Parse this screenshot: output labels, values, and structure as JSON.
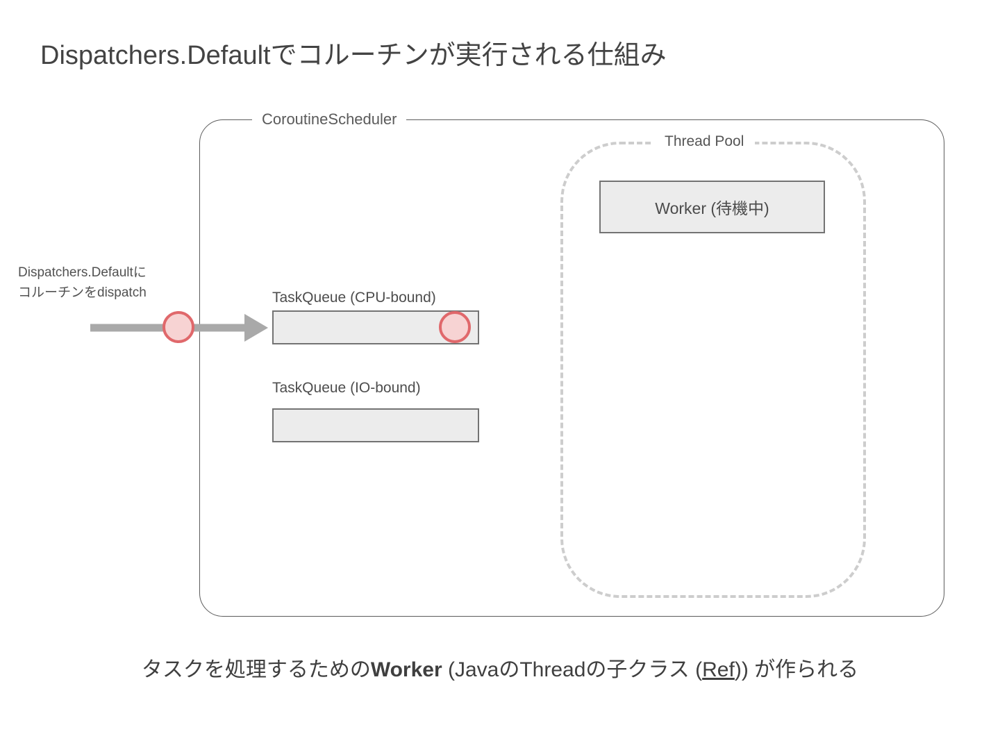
{
  "slide": {
    "title": "Dispatchers.Defaultでコルーチンが実行される仕組み",
    "background_color": "#ffffff"
  },
  "scheduler": {
    "label": "CoroutineScheduler",
    "border_color": "#5b5b5b"
  },
  "thread_pool": {
    "label": "Thread Pool",
    "border_color": "#cdcdcd",
    "border_style": "dashed",
    "workers": [
      {
        "label": "Worker (待機中)",
        "state": "待機中",
        "fill_color": "#ececec",
        "border_color": "#737373"
      }
    ]
  },
  "queues": [
    {
      "label": "TaskQueue (CPU-bound)",
      "kind": "CPU-bound",
      "task_count": 1,
      "fill_color": "#ececec",
      "border_color": "#737373"
    },
    {
      "label": "TaskQueue (IO-bound)",
      "kind": "IO-bound",
      "task_count": 0,
      "fill_color": "#ececec",
      "border_color": "#737373"
    }
  ],
  "dispatch": {
    "caption_line1": "Dispatchers.Defaultに",
    "caption_line2": "コルーチンをdispatch",
    "arrow_color": "#a9a9a9"
  },
  "task_token": {
    "fill_color": "#f7d3d3",
    "stroke_color": "#e0686b"
  },
  "bottom_caption": {
    "part1": "タスクを処理するための",
    "strong": "Worker",
    "part2": " (JavaのThreadの子クラス (",
    "link": "Ref",
    "part3": ")) が作られる"
  }
}
